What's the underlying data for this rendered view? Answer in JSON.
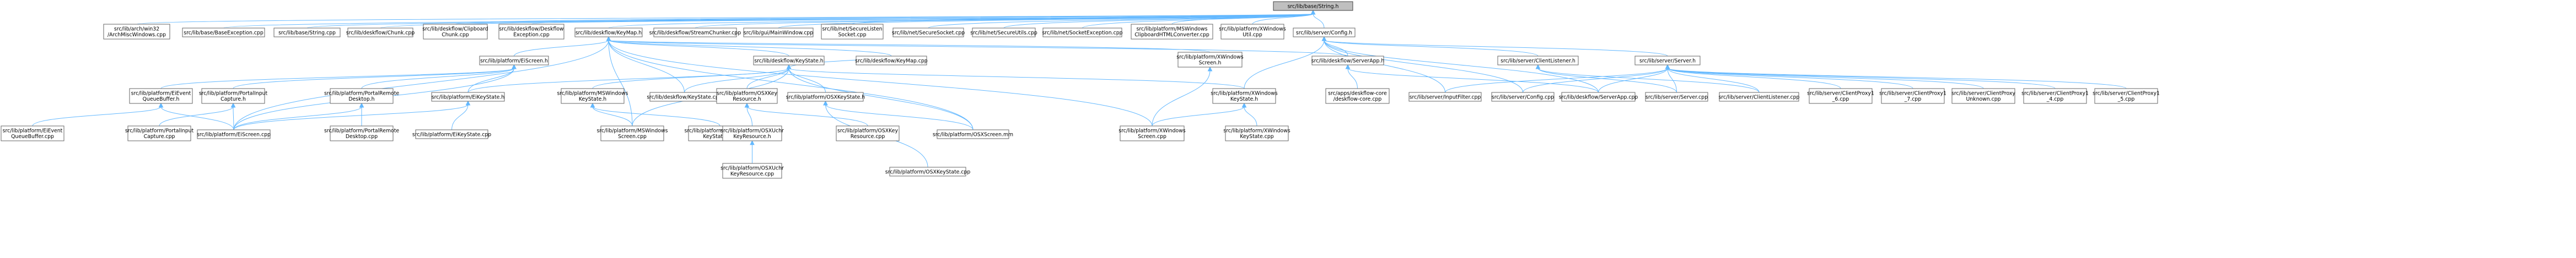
{
  "graph": {
    "root": "n0",
    "nodes": [
      {
        "id": "n0",
        "lines": [
          "src/lib/base/String.h"
        ],
        "root": true
      },
      {
        "id": "n1",
        "lines": [
          "src/lib/arch/win32",
          "/ArchMiscWindows.cpp"
        ]
      },
      {
        "id": "n2",
        "lines": [
          "src/lib/base/BaseException.cpp"
        ]
      },
      {
        "id": "n3",
        "lines": [
          "src/lib/base/String.cpp"
        ]
      },
      {
        "id": "n4",
        "lines": [
          "src/lib/deskflow/Chunk.cpp"
        ]
      },
      {
        "id": "n5",
        "lines": [
          "src/lib/deskflow/Clipboard",
          "Chunk.cpp"
        ]
      },
      {
        "id": "n6",
        "lines": [
          "src/lib/deskflow/Deskflow",
          "Exception.cpp"
        ]
      },
      {
        "id": "n7",
        "lines": [
          "src/lib/deskflow/KeyMap.h"
        ]
      },
      {
        "id": "n8",
        "lines": [
          "src/lib/deskflow/StreamChunker.cpp"
        ]
      },
      {
        "id": "n9",
        "lines": [
          "src/lib/gui/MainWindow.cpp"
        ]
      },
      {
        "id": "n10",
        "lines": [
          "src/lib/net/SecureListen",
          "Socket.cpp"
        ]
      },
      {
        "id": "n11",
        "lines": [
          "src/lib/net/SecureSocket.cpp"
        ]
      },
      {
        "id": "n12",
        "lines": [
          "src/lib/net/SecureUtils.cpp"
        ]
      },
      {
        "id": "n13",
        "lines": [
          "src/lib/net/SocketException.cpp"
        ]
      },
      {
        "id": "n14",
        "lines": [
          "src/lib/platform/MSWindows",
          "ClipboardHTMLConverter.cpp"
        ]
      },
      {
        "id": "n15",
        "lines": [
          "src/lib/platform/XWindows",
          "Util.cpp"
        ]
      },
      {
        "id": "n16",
        "lines": [
          "src/lib/server/Config.h"
        ]
      },
      {
        "id": "n17",
        "lines": [
          "src/lib/platform/EiScreen.h"
        ]
      },
      {
        "id": "n18",
        "lines": [
          "src/lib/deskflow/KeyState.h"
        ]
      },
      {
        "id": "n19",
        "lines": [
          "src/lib/deskflow/KeyMap.cpp"
        ]
      },
      {
        "id": "n20",
        "lines": [
          "src/lib/platform/XWindows",
          "Screen.h"
        ]
      },
      {
        "id": "n21",
        "lines": [
          "src/lib/deskflow/ServerApp.h"
        ]
      },
      {
        "id": "n22",
        "lines": [
          "src/lib/server/ClientListener.h"
        ]
      },
      {
        "id": "n23",
        "lines": [
          "src/lib/server/Server.h"
        ]
      },
      {
        "id": "n24",
        "lines": [
          "src/lib/platform/EiEvent",
          "QueueBuffer.h"
        ]
      },
      {
        "id": "n25",
        "lines": [
          "src/lib/platform/PortalInput",
          "Capture.h"
        ]
      },
      {
        "id": "n26",
        "lines": [
          "src/lib/platform/PortalRemote",
          "Desktop.h"
        ]
      },
      {
        "id": "n27",
        "lines": [
          "src/lib/platform/EiKeyState.h"
        ]
      },
      {
        "id": "n28",
        "lines": [
          "src/lib/platform/MSWindows",
          "KeyState.h"
        ]
      },
      {
        "id": "n29",
        "lines": [
          "src/lib/deskflow/KeyState.cpp"
        ]
      },
      {
        "id": "n30",
        "lines": [
          "src/lib/platform/OSXKey",
          "Resource.h"
        ]
      },
      {
        "id": "n31",
        "lines": [
          "src/lib/platform/OSXKeyState.h"
        ]
      },
      {
        "id": "n32",
        "lines": [
          "src/lib/platform/XWindows",
          "KeyState.h"
        ]
      },
      {
        "id": "n33",
        "lines": [
          "src/apps/deskflow-core",
          "/deskflow-core.cpp"
        ]
      },
      {
        "id": "n34",
        "lines": [
          "src/lib/server/InputFilter.cpp"
        ]
      },
      {
        "id": "n35",
        "lines": [
          "src/lib/server/Config.cpp"
        ]
      },
      {
        "id": "n36",
        "lines": [
          "src/lib/deskflow/ServerApp.cpp"
        ]
      },
      {
        "id": "n37",
        "lines": [
          "src/lib/server/Server.cpp"
        ]
      },
      {
        "id": "n38",
        "lines": [
          "src/lib/server/ClientListener.cpp"
        ]
      },
      {
        "id": "n39",
        "lines": [
          "src/lib/server/ClientProxy1",
          "_6.cpp"
        ]
      },
      {
        "id": "n40",
        "lines": [
          "src/lib/server/ClientProxy1",
          "_7.cpp"
        ]
      },
      {
        "id": "n41",
        "lines": [
          "src/lib/server/ClientProxy",
          "Unknown.cpp"
        ]
      },
      {
        "id": "n42",
        "lines": [
          "src/lib/server/ClientProxy1",
          "_4.cpp"
        ]
      },
      {
        "id": "n43",
        "lines": [
          "src/lib/server/ClientProxy1",
          "_5.cpp"
        ]
      },
      {
        "id": "n44",
        "lines": [
          "src/lib/platform/EiEvent",
          "QueueBuffer.cpp"
        ]
      },
      {
        "id": "n45",
        "lines": [
          "src/lib/platform/PortalInput",
          "Capture.cpp"
        ]
      },
      {
        "id": "n46",
        "lines": [
          "src/lib/platform/EiScreen.cpp"
        ]
      },
      {
        "id": "n47",
        "lines": [
          "src/lib/platform/PortalRemote",
          "Desktop.cpp"
        ]
      },
      {
        "id": "n48",
        "lines": [
          "src/lib/platform/EiKeyState.cpp"
        ]
      },
      {
        "id": "n49",
        "lines": [
          "src/lib/platform/MSWindows",
          "Screen.cpp"
        ]
      },
      {
        "id": "n50",
        "lines": [
          "src/lib/platform/MSWindows",
          "KeyState.cpp"
        ]
      },
      {
        "id": "n51",
        "lines": [
          "src/lib/platform/OSXUchr",
          "KeyResource.h"
        ]
      },
      {
        "id": "n52",
        "lines": [
          "src/lib/platform/OSXKey",
          "Resource.cpp"
        ]
      },
      {
        "id": "n53",
        "lines": [
          "src/lib/platform/OSXScreen.mm"
        ]
      },
      {
        "id": "n54",
        "lines": [
          "src/lib/platform/XWindows",
          "Screen.cpp"
        ]
      },
      {
        "id": "n55",
        "lines": [
          "src/lib/platform/XWindows",
          "KeyState.cpp"
        ]
      },
      {
        "id": "n56",
        "lines": [
          "src/lib/platform/OSXUchr",
          "KeyResource.cpp"
        ]
      },
      {
        "id": "n57",
        "lines": [
          "src/lib/platform/OSXKeyState.cpp"
        ]
      }
    ],
    "edges": [
      [
        "n0",
        "n1"
      ],
      [
        "n0",
        "n2"
      ],
      [
        "n0",
        "n3"
      ],
      [
        "n0",
        "n4"
      ],
      [
        "n0",
        "n5"
      ],
      [
        "n0",
        "n6"
      ],
      [
        "n0",
        "n7"
      ],
      [
        "n0",
        "n8"
      ],
      [
        "n0",
        "n9"
      ],
      [
        "n0",
        "n10"
      ],
      [
        "n0",
        "n11"
      ],
      [
        "n0",
        "n12"
      ],
      [
        "n0",
        "n13"
      ],
      [
        "n0",
        "n14"
      ],
      [
        "n0",
        "n15"
      ],
      [
        "n0",
        "n16"
      ],
      [
        "n7",
        "n17"
      ],
      [
        "n7",
        "n18"
      ],
      [
        "n7",
        "n19"
      ],
      [
        "n7",
        "n20"
      ],
      [
        "n7",
        "n21"
      ],
      [
        "n7",
        "n46"
      ],
      [
        "n7",
        "n49"
      ],
      [
        "n7",
        "n53"
      ],
      [
        "n7",
        "n54"
      ],
      [
        "n7",
        "n29"
      ],
      [
        "n16",
        "n21"
      ],
      [
        "n16",
        "n22"
      ],
      [
        "n16",
        "n23"
      ],
      [
        "n16",
        "n34"
      ],
      [
        "n16",
        "n35"
      ],
      [
        "n16",
        "n36"
      ],
      [
        "n16",
        "n32"
      ],
      [
        "n17",
        "n24"
      ],
      [
        "n17",
        "n25"
      ],
      [
        "n17",
        "n26"
      ],
      [
        "n17",
        "n27"
      ],
      [
        "n17",
        "n46"
      ],
      [
        "n18",
        "n27"
      ],
      [
        "n18",
        "n28"
      ],
      [
        "n18",
        "n29"
      ],
      [
        "n18",
        "n30"
      ],
      [
        "n18",
        "n31"
      ],
      [
        "n18",
        "n32"
      ],
      [
        "n18",
        "n49"
      ],
      [
        "n18",
        "n53"
      ],
      [
        "n18",
        "n19"
      ],
      [
        "n20",
        "n54"
      ],
      [
        "n21",
        "n33"
      ],
      [
        "n21",
        "n36"
      ],
      [
        "n22",
        "n37"
      ],
      [
        "n22",
        "n38"
      ],
      [
        "n23",
        "n34"
      ],
      [
        "n23",
        "n35"
      ],
      [
        "n23",
        "n36"
      ],
      [
        "n23",
        "n37"
      ],
      [
        "n23",
        "n38"
      ],
      [
        "n23",
        "n39"
      ],
      [
        "n23",
        "n40"
      ],
      [
        "n23",
        "n41"
      ],
      [
        "n23",
        "n42"
      ],
      [
        "n23",
        "n43"
      ],
      [
        "n24",
        "n44"
      ],
      [
        "n24",
        "n46"
      ],
      [
        "n25",
        "n45"
      ],
      [
        "n25",
        "n46"
      ],
      [
        "n26",
        "n46"
      ],
      [
        "n26",
        "n47"
      ],
      [
        "n27",
        "n46"
      ],
      [
        "n27",
        "n48"
      ],
      [
        "n28",
        "n49"
      ],
      [
        "n28",
        "n50"
      ],
      [
        "n30",
        "n51"
      ],
      [
        "n30",
        "n52"
      ],
      [
        "n31",
        "n53"
      ],
      [
        "n31",
        "n57"
      ],
      [
        "n32",
        "n54"
      ],
      [
        "n32",
        "n55"
      ],
      [
        "n51",
        "n56"
      ]
    ]
  }
}
